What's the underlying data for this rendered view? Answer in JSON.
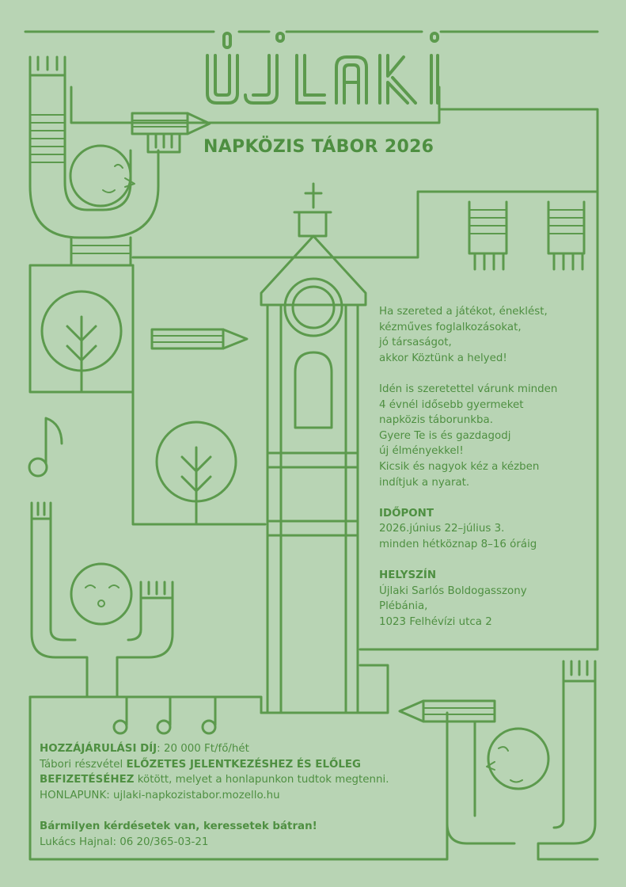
{
  "title": "ÚJLAKI",
  "subtitle": "NAPKÖZIS TÁBOR 2026",
  "intro": [
    "Ha szereted a játékot, éneklést,",
    "kézműves foglalkozásokat,",
    "jó társaságot,",
    "akkor Köztünk a helyed!"
  ],
  "welcome": [
    "Idén is szeretettel várunk minden",
    "4 évnél idősebb gyermeket",
    "napközis táborunkba.",
    "Gyere Te is és gazdagodj",
    "új élményekkel!",
    "Kicsik és nagyok kéz a kézben",
    "indítjuk a nyarat."
  ],
  "time": {
    "heading": "IDŐPONT",
    "lines": [
      "2026.június 22–július 3.",
      "minden hétköznap 8–16 óráig"
    ]
  },
  "place": {
    "heading": "HELYSZÍN",
    "lines": [
      "Újlaki Sarlós Boldogasszony",
      "Plébánia,",
      "1023 Felhévízi utca 2"
    ]
  },
  "fee": {
    "label": "HOZZÁJÁRULÁSI DÍJ",
    "value": ": 20 000 Ft/fő/hét",
    "line2_pre": "Tábori részvétel ",
    "line2_bold": "ELŐZETES JELENTKEZÉSHEZ ÉS ELŐLEG",
    "line3_bold": "BEFIZETÉSÉHEZ",
    "line3_post": " kötött, melyet a honlapunkon tudtok megtenni.",
    "website": "HONLAPUNK: ujlaki-napkozistabor.mozello.hu"
  },
  "contact": {
    "prompt": "Bármilyen kérdésetek van, keressetek bátran!",
    "person": "Lukács Hajnal: 06 20/365-03-21"
  },
  "colors": {
    "background": "#b8d4b4",
    "line": "#5c9a4d",
    "text": "#4e8f41"
  },
  "icons": [
    "cross-icon",
    "pencil-icon",
    "tree-icon",
    "music-note-icon",
    "face-icon",
    "hand-icon"
  ]
}
